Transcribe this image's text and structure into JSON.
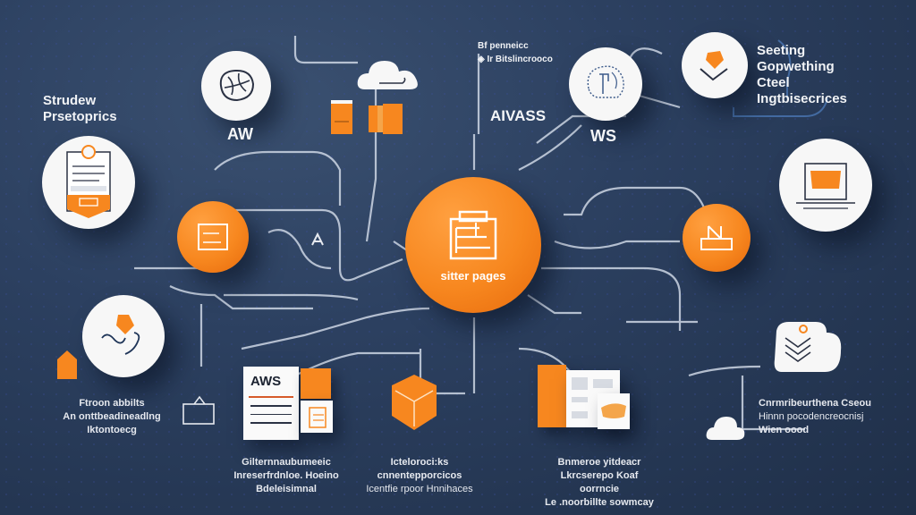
{
  "colors": {
    "background": "#2c4060",
    "accent": "#f7871f",
    "line": "#cdd6e4",
    "node_white": "#f7f7f7",
    "text": "#f1f3f6"
  },
  "center_node": {
    "label": "sitter pages",
    "icon": "document-stack-icon"
  },
  "labels": {
    "top_left_heading": [
      "Strudew",
      "Prsetoprics"
    ],
    "top_left_aw": "AW",
    "top_middle_caption": [
      "Bf penneicc",
      "Ir Bitslincrooco"
    ],
    "top_middle_aws": "AIVASS",
    "top_right_ws": "WS",
    "top_right_heading": [
      "Seeting",
      "Gopwething",
      "Cteel",
      "Ingtbisecrices"
    ],
    "left_bottom_caption": [
      "Ftroon abbilts",
      "An onttbeadineadlng",
      "Iktontoecg"
    ],
    "bottom_1_caption": [
      "Gilternnaubumeeic",
      "Inreserfrdnloe. Hoeino",
      "Bdeleisimnal"
    ],
    "bottom_2_caption": [
      "Icteloroci:ks",
      "cnnentepporcicos",
      "Icentfie rpoor Hnnihaces"
    ],
    "bottom_3_caption": [
      "Bnmeroe yitdeacr",
      "Lkrcserepo Koaf oorrncie",
      "Le .noorbillte sowmcay"
    ],
    "right_bottom_caption": [
      "Cnrmribeurthena Cseou",
      "Hinnn pocodencreocnisj",
      "Wien oood"
    ],
    "document_card_title": "AWS"
  },
  "icons": [
    "brain-sketch-icon",
    "cloud-icon",
    "server-blocks-icon",
    "circuit-brain-icon",
    "shield-chevron-icon",
    "clipboard-document-icon",
    "folder-document-icon",
    "laptop-icon",
    "workstation-icon",
    "network-knot-icon",
    "house-tag-icon",
    "network-box-icon",
    "aws-document-icon",
    "hexagon-cube-icon",
    "brochure-icon",
    "book-cloud-icon",
    "small-cloud-icon"
  ]
}
